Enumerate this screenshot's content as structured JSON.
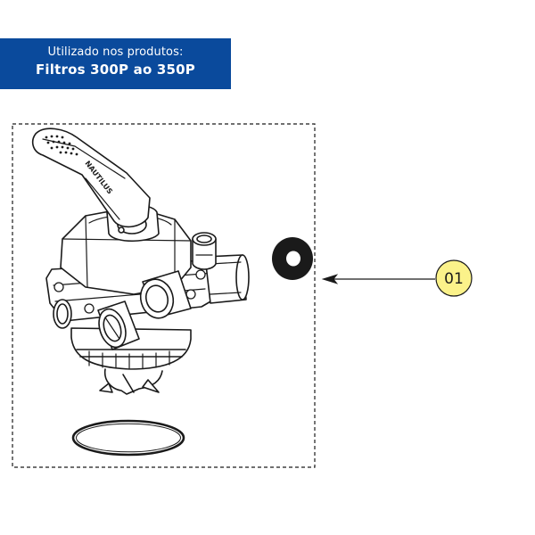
{
  "banner": {
    "line1": "Utilizado nos produtos:",
    "line2": "Filtros 300P ao 350P"
  },
  "valve": {
    "handle_brand": "NAUTILUS"
  },
  "callout": {
    "label": "01",
    "fill_color": "#fbf28a"
  },
  "colors": {
    "banner_bg": "#0a4a9c",
    "line": "#1a1a1a"
  }
}
